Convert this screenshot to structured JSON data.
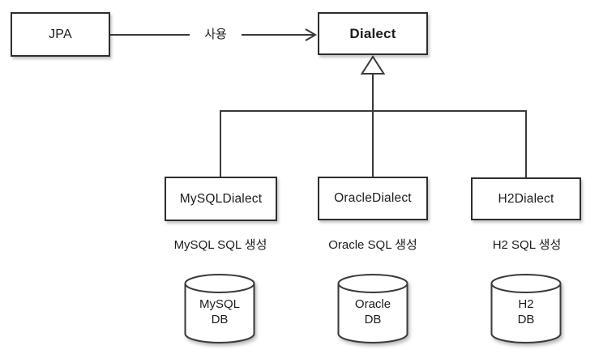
{
  "diagram": {
    "jpa": {
      "label": "JPA"
    },
    "relation_label": "사용",
    "dialect": {
      "label": "Dialect"
    },
    "columns": [
      {
        "class_name": "MySQLDialect",
        "caption": "MySQL SQL 생성",
        "db_name": "MySQL",
        "db_type": "DB"
      },
      {
        "class_name": "OracleDialect",
        "caption": "Oracle SQL 생성",
        "db_name": "Oracle",
        "db_type": "DB"
      },
      {
        "class_name": "H2Dialect",
        "caption": "H2 SQL 생성",
        "db_name": "H2",
        "db_type": "DB"
      }
    ],
    "colors": {
      "line": "#3a3a3a",
      "border": "#2e2e2e",
      "text": "#1c1c1c",
      "background": "#ffffff"
    }
  }
}
